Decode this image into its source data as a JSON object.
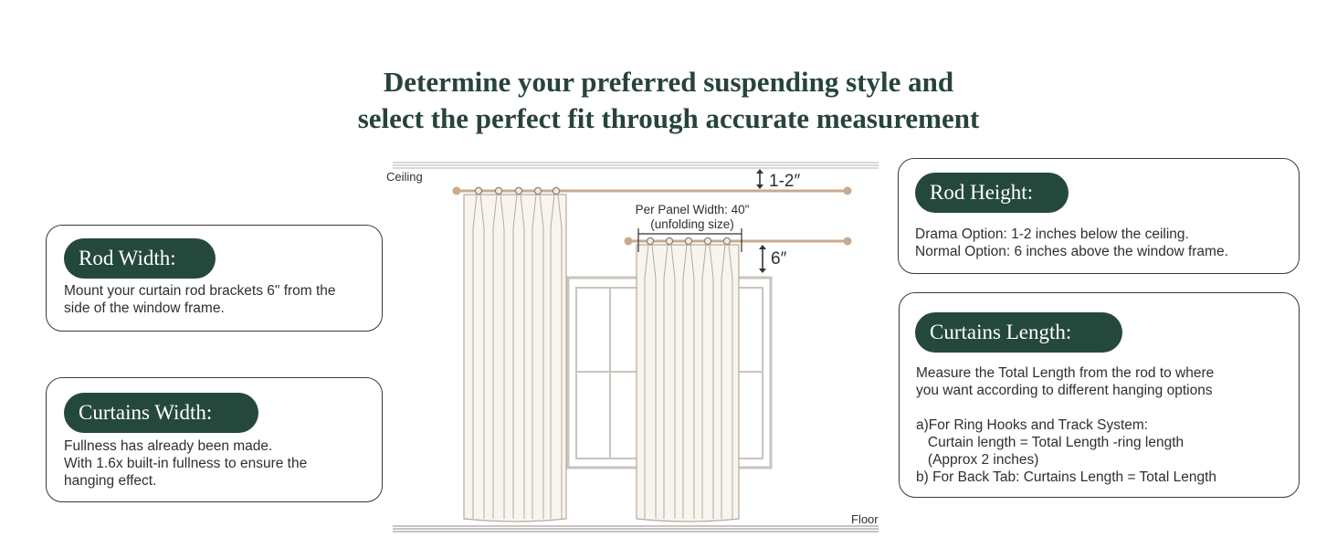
{
  "title": {
    "line1": "Determine your preferred suspending style and",
    "line2": "select the perfect fit through accurate measurement"
  },
  "rod_width": {
    "heading": "Rod Width:",
    "text": "Mount your curtain rod brackets 6\" from the\nside of the window frame."
  },
  "curtains_width": {
    "heading": "Curtains Width:",
    "text": "Fullness has already been made.\nWith 1.6x built-in fullness to ensure the\nhanging effect."
  },
  "rod_height": {
    "heading": "Rod Height:",
    "text": "Drama Option: 1-2 inches below the ceiling.\nNormal Option: 6 inches above the window frame."
  },
  "curtains_length": {
    "heading": "Curtains Length:",
    "text": "Measure the Total Length from the rod to where\nyou want according to different hanging options\n\na)For Ring Hooks and Track System:\n   Curtain length = Total Length -ring length\n   (Approx 2 inches)\nb) For Back Tab: Curtains Length = Total Length"
  },
  "diagram": {
    "ceiling_label": "Ceiling",
    "floor_label": "Floor",
    "drama_gap": "1-2″",
    "normal_gap": "6″",
    "panel_width_line1": "Per Panel Width: 40\"",
    "panel_width_line2": "(unfolding size)"
  },
  "colors": {
    "title": "#284439",
    "pill": "#24493c",
    "rod": "#c8ab8f",
    "curtain_fill": "#f8f4ef",
    "curtain_stroke": "#b8aa9b",
    "window": "#c9c4bd"
  }
}
